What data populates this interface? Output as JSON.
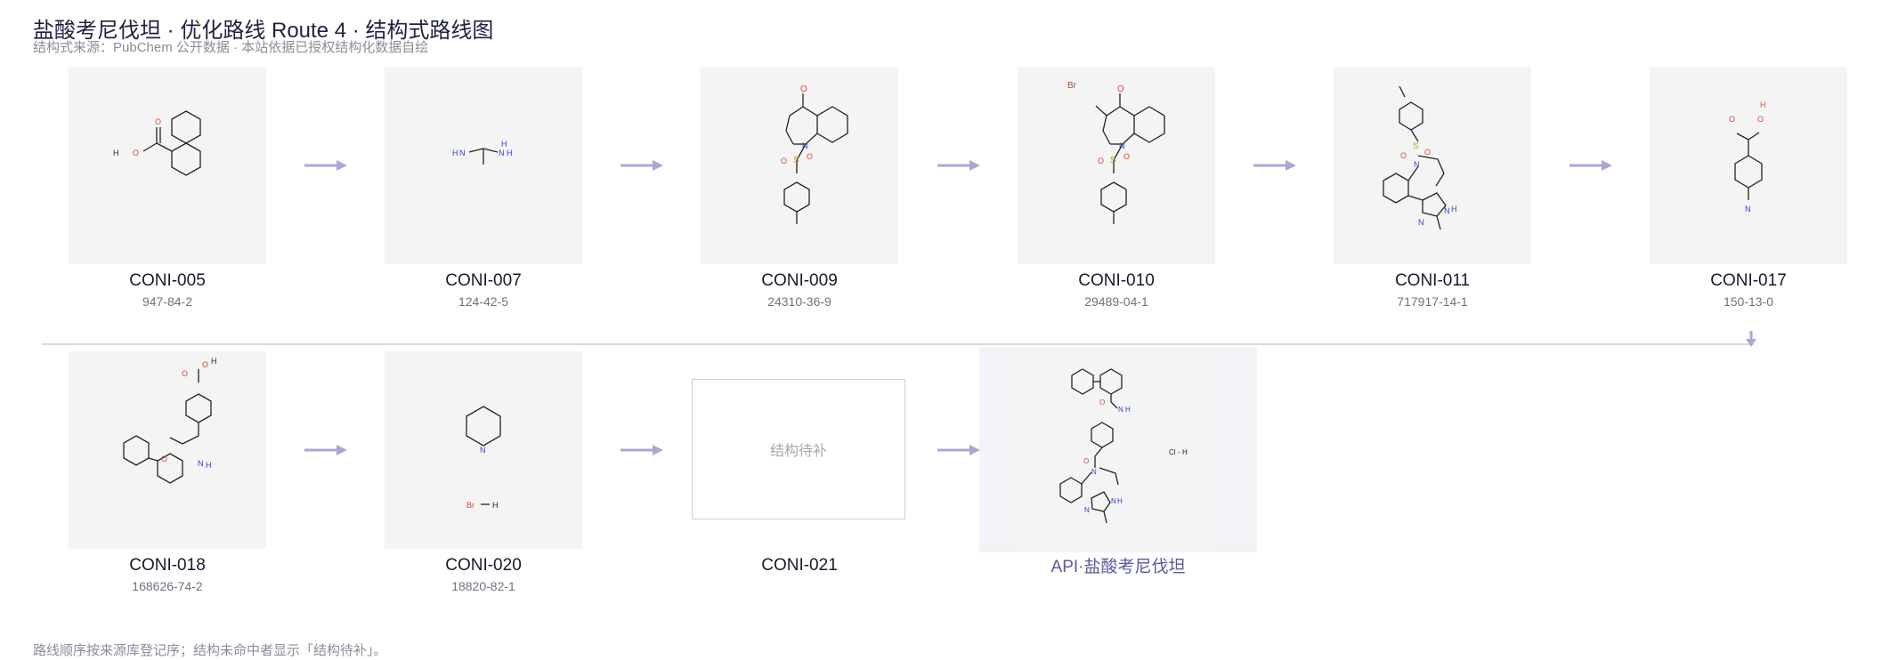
{
  "header": {
    "title": "盐酸考尼伐坦 · 优化路线 Route 4 · 结构式路线图",
    "subtitle": "结构式来源：PubChem 公开数据 · 本站依据已授权结构化数据自绘"
  },
  "row1": [
    {
      "code": "CONI-005",
      "cas": "947-84-2"
    },
    {
      "code": "CONI-007",
      "cas": "124-42-5"
    },
    {
      "code": "CONI-009",
      "cas": "24310-36-9"
    },
    {
      "code": "CONI-010",
      "cas": "29489-04-1"
    },
    {
      "code": "CONI-011",
      "cas": "717917-14-1"
    },
    {
      "code": "CONI-017",
      "cas": "150-13-0"
    }
  ],
  "row2": [
    {
      "code": "CONI-018",
      "cas": "168626-74-2"
    },
    {
      "code": "CONI-020",
      "cas": "18820-82-1"
    },
    {
      "code": "CONI-021",
      "placeholder": "结构待补"
    }
  ],
  "api": {
    "label": "API·盐酸考尼伐坦"
  },
  "footnote": "路线顺序按来源库登记序；结构未命中者显示「结构待补」。",
  "atom_labels": {
    "O": "O",
    "H": "H",
    "N": "N",
    "S": "S",
    "Br": "Br",
    "Cl": "Cl"
  },
  "colors": {
    "arrow": "#a9a8d4",
    "oxygen": "#d9463c",
    "nitrogen": "#2a3fd0",
    "sulfur": "#c49a1e",
    "bond": "#222222",
    "title": "#1f2140",
    "api_label": "#5a58a0"
  }
}
